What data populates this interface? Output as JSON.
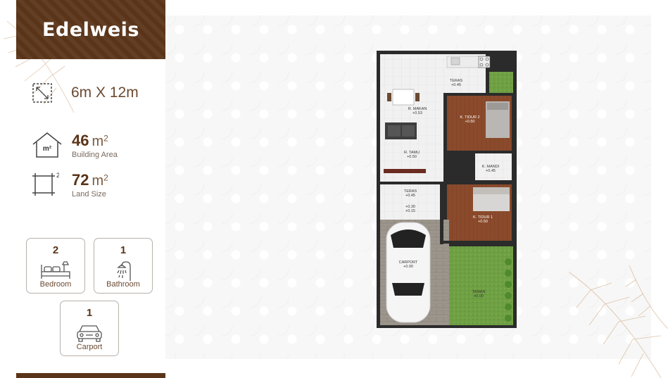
{
  "title": "Edelweis",
  "dimensions": "6m X 12m",
  "building_area": {
    "value": "46",
    "unit": "m",
    "sup": "2",
    "label": "Building Area"
  },
  "land_size": {
    "value": "72",
    "unit": "m",
    "sup": "2",
    "label": "Land Size"
  },
  "area_icon_text": "m²",
  "features": [
    {
      "count": "2",
      "label": "Bedroom"
    },
    {
      "count": "1",
      "label": "Bathroom"
    },
    {
      "count": "1",
      "label": "Carport"
    }
  ],
  "floor_plan": {
    "rooms": [
      {
        "name": "TERAS",
        "level": "+0.45"
      },
      {
        "name": "R. MAKAN",
        "level": "+0.53"
      },
      {
        "name": "K. TIDUR 2",
        "level": "+0.50"
      },
      {
        "name": "R. TAMU",
        "level": "+0.50"
      },
      {
        "name": "K. MANDI",
        "level": "+0.45"
      },
      {
        "name": "TERAS",
        "level": "+0.45"
      },
      {
        "name": "K. TIDUR 1",
        "level": "+0.50"
      },
      {
        "name": "CARPORT",
        "level": "+0.00"
      },
      {
        "name": "TAMAN",
        "level": "±0.00"
      }
    ],
    "steps": [
      "+0.30",
      "+0.15"
    ]
  },
  "colors": {
    "brand": "#5a3418",
    "text": "#6b4a32",
    "grass": "#6fa043",
    "wood": "#8b4a2b"
  }
}
